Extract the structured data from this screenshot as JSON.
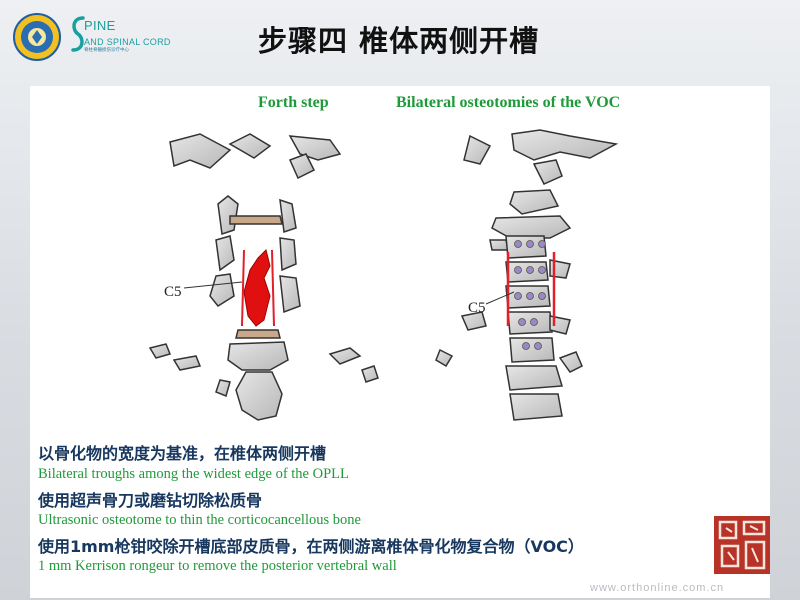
{
  "header": {
    "title": "步骤四 椎体两侧开槽",
    "logo_spine_text": "PINE",
    "logo_spine_text2": "AND SPINAL CORD",
    "logo_spine_sub": "脊柱脊髓损伤诊疗中心"
  },
  "caption": {
    "step": "Forth step",
    "desc": "Bilateral osteotomies of the VOC"
  },
  "figure": {
    "left_label": "C5",
    "right_label": "C5"
  },
  "body": [
    {
      "cn": "以骨化物的宽度为基准，在椎体两侧开槽",
      "en": "Bilateral troughs among the widest edge of the OPLL"
    },
    {
      "cn": "使用超声骨刀或磨钻切除松质骨",
      "en": "Ultrasonic osteotome to thin the corticocancellous bone"
    },
    {
      "cn": "使用1mm枪钳咬除开槽底部皮质骨，在两侧游离椎体骨化物复合物（VOC）",
      "en": "1 mm Kerrison rongeur to remove the posterior vertebral wall"
    }
  ],
  "footer": {
    "url": "www.orthonline.com.cn"
  },
  "colors": {
    "title": "#111111",
    "cn_text": "#17375e",
    "en_text": "#1f9a3a",
    "osteotomy_line": "#e0202a",
    "opll": "#e01010",
    "bone": "#d2d2d2"
  }
}
